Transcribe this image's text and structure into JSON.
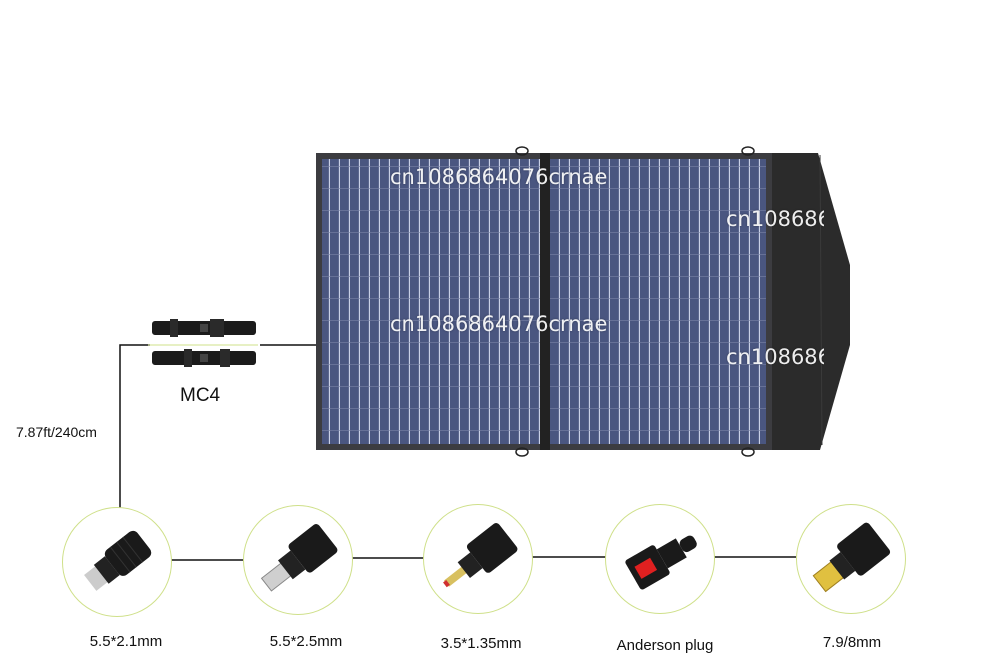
{
  "labels": {
    "mc4": "MC4",
    "cable_length": "7.87ft/240cm"
  },
  "watermark": "cn1086864076crnae",
  "connectors": [
    {
      "label": "5.5*2.1mm",
      "icon": "dc-barrel-plug-icon"
    },
    {
      "label": "5.5*2.5mm",
      "icon": "dc-barrel-plug-icon"
    },
    {
      "label": "3.5*1.35mm",
      "icon": "dc-barrel-plug-icon"
    },
    {
      "label": "Anderson plug",
      "icon": "anderson-plug-icon"
    },
    {
      "label": "7.9/8mm",
      "icon": "dc-barrel-plug-icon"
    }
  ],
  "colors": {
    "panel_frame": "#3c3c40",
    "cell_blue": "#4d5a80",
    "case_black": "#2b2b2b",
    "circle_border": "#cfe08a",
    "anderson_red": "#e02020"
  }
}
